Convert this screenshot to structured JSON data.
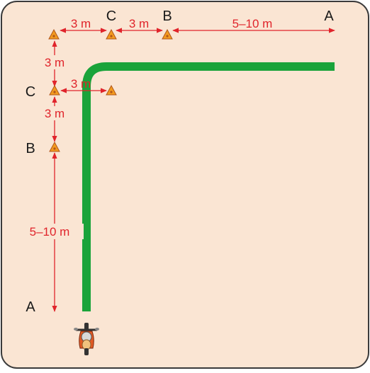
{
  "colors": {
    "background": "#fae5d3",
    "border": "#3a3a3a",
    "path": "#1aa33a",
    "dimension": "#e0242b",
    "cone": "#f29a1f",
    "cone_outline": "#b0561a",
    "label": "#1a1a1a",
    "motorcycle_body": "#e25a24"
  },
  "points": {
    "a_top": "A",
    "b_top": "B",
    "c_top": "C",
    "c_left": "C",
    "b_left": "B",
    "a_left": "A"
  },
  "dimensions": {
    "top_cc": "3 m",
    "top_cb": "3 m",
    "top_ba": "5–10 m",
    "left_cc": "3 m",
    "inner_cc": "3 m",
    "left_cb": "3 m",
    "left_ba": "5–10 m"
  },
  "icons": {
    "cone": "warning-cone-icon",
    "vehicle": "motorcycle-icon"
  }
}
